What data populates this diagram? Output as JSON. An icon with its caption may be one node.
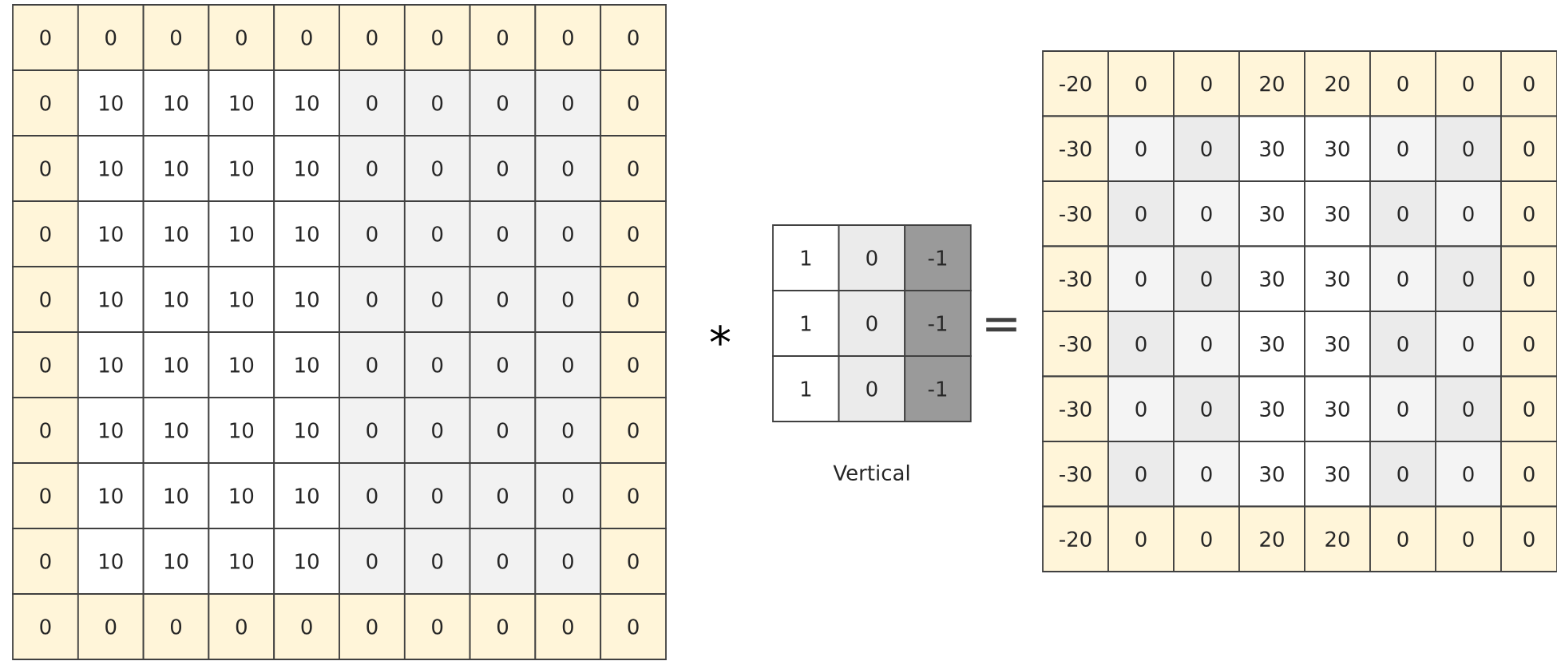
{
  "diagram": {
    "labels": [
      "0",
      "0",
      "0",
      "0",
      "0",
      "0",
      "0",
      "0",
      "0",
      "0",
      "0",
      "10",
      "10",
      "10",
      "10",
      "0",
      "0",
      "0",
      "0",
      "0",
      "0",
      "10",
      "10",
      "10",
      "10",
      "0",
      "0",
      "0",
      "0",
      "0",
      "0",
      "10",
      "10",
      "10",
      "10",
      "0",
      "0",
      "0",
      "0",
      "0",
      "0",
      "10",
      "10",
      "10",
      "10",
      "0",
      "0",
      "0",
      "0",
      "0",
      "0",
      "10",
      "10",
      "10",
      "10",
      "0",
      "0",
      "0",
      "0",
      "0",
      "0",
      "10",
      "10",
      "10",
      "10",
      "0",
      "0",
      "0",
      "0",
      "0",
      "0",
      "10",
      "10",
      "10",
      "10",
      "0",
      "0",
      "0",
      "0",
      "0",
      "0",
      "10",
      "10",
      "10",
      "10",
      "0",
      "0",
      "0",
      "0",
      "0",
      "0",
      "0",
      "0",
      "0",
      "0",
      "0",
      "0",
      "0",
      "0",
      "0",
      "*",
      "1",
      "0",
      "-1",
      "1",
      "0",
      "-1",
      "1",
      "0",
      "-1",
      "Vertical",
      "=",
      "-20",
      "0",
      "0",
      "20",
      "20",
      "0",
      "0",
      "0",
      "-30",
      "0",
      "0",
      "30",
      "30",
      "0",
      "0",
      "0",
      "-30",
      "0",
      "0",
      "30",
      "30",
      "0",
      "0",
      "0",
      "-30",
      "0",
      "0",
      "30",
      "30",
      "0",
      "0",
      "0",
      "-30",
      "0",
      "0",
      "30",
      "30",
      "0",
      "0",
      "0",
      "-30",
      "0",
      "0",
      "30",
      "30",
      "0",
      "0",
      "0",
      "-30",
      "0",
      "0",
      "30",
      "30",
      "0",
      "0",
      "0",
      "-20",
      "0",
      "0",
      "20",
      "20",
      "0",
      "0",
      "0"
    ]
  }
}
